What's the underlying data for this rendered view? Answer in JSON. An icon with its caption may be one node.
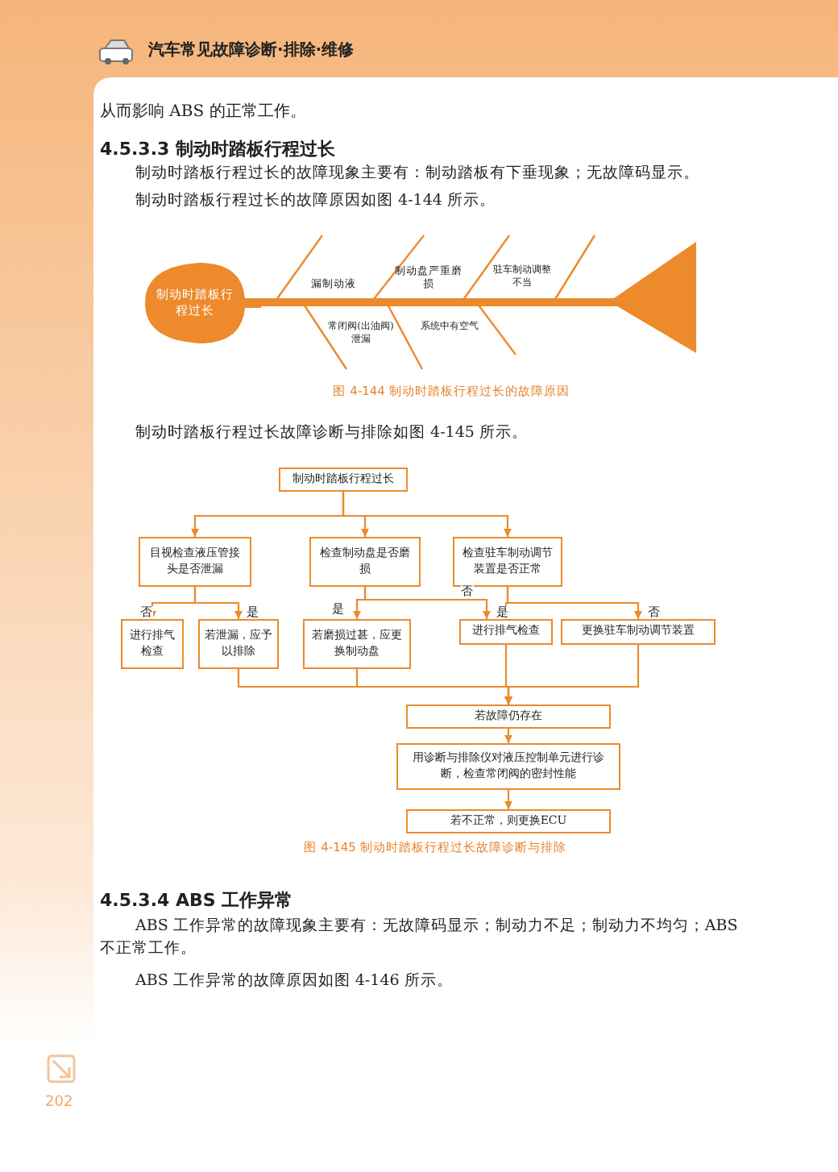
{
  "diagram": {
    "nodes": [
      {
        "text": [
          "制动时踏板行程过长"
        ]
      },
      {
        "text": [
          "制动时踏板行程过长"
        ]
      },
      {
        "text": [
          "目视检查液压管接头是否泄漏"
        ]
      },
      {
        "text": [
          "检查制动盘是否磨损"
        ]
      },
      {
        "text": [
          "检查驻车制动调节装置是否正常"
        ]
      },
      {
        "text": [
          "进行排气检查"
        ]
      },
      {
        "text": [
          "若泄漏，应予以排除"
        ]
      },
      {
        "text": [
          "若磨损过甚，应更换制动盘"
        ]
      },
      {
        "text": [
          "进行排气检查"
        ]
      },
      {
        "text": [
          "更换驻车制动调节装置"
        ]
      },
      {
        "text": [
          "若故障仍存在"
        ]
      },
      {
        "text": [
          "用诊断与排除仪对液压控制单元进行诊断，检查常闭阀的密封性能"
        ]
      },
      {
        "text": [
          "若不正常，则更换ECU"
        ]
      }
    ],
    "edges": [
      {
        "from": 1,
        "to": 2,
        "arrow": "to"
      },
      {
        "from": 1,
        "to": 3,
        "arrow": "to"
      },
      {
        "from": 1,
        "to": 4,
        "arrow": "to"
      },
      {
        "from": 2,
        "to": 5,
        "arrow": "to",
        "label": "否"
      },
      {
        "from": 2,
        "to": 6,
        "arrow": "to",
        "label": "是"
      },
      {
        "from": 3,
        "to": 7,
        "arrow": "to",
        "label": "是"
      },
      {
        "from": 3,
        "to": 8,
        "arrow": "to",
        "label": "否"
      },
      {
        "from": 4,
        "to": 8,
        "arrow": "to",
        "label": "是"
      },
      {
        "from": 4,
        "to": 9,
        "arrow": "to",
        "label": "否"
      },
      {
        "from": 6,
        "to": 10,
        "arrow": "to"
      },
      {
        "from": 7,
        "to": 10,
        "arrow": "to"
      },
      {
        "from": 8,
        "to": 10,
        "arrow": "to"
      },
      {
        "from": 9,
        "to": 10,
        "arrow": "to"
      },
      {
        "from": 10,
        "to": 11,
        "arrow": "to"
      },
      {
        "from": 11,
        "to": 12,
        "arrow": "to"
      }
    ],
    "labels": [
      "汽车常见故障诊断·排除·维修",
      "从而影响 ABS 的正常工作。",
      "4.5.3.3 制动时踏板行程过长",
      "制动时踏板行程过长的故障现象主要有：制动踏板有下垂现象；无故障码显示。",
      "制动时踏板行程过长的故障原因如图 4-144 所示。",
      "漏制动液",
      "制动盘严重磨损",
      "驻车制动调整不当",
      "常闭阀(出油阀)泄漏",
      "系统中有空气",
      "图 4-144 制动时踏板行程过长的故障原因",
      "制动时踏板行程过长故障诊断与排除如图 4-145 所示。",
      "图 4-145 制动时踏板行程过长故障诊断与排除",
      "4.5.3.4 ABS 工作异常",
      "ABS 工作异常的故障现象主要有：无故障码显示；制动力不足；制动力不均匀；ABS 不正常工作。",
      "ABS 工作异常的故障原因如图 4-146 所示。",
      "202"
    ]
  }
}
